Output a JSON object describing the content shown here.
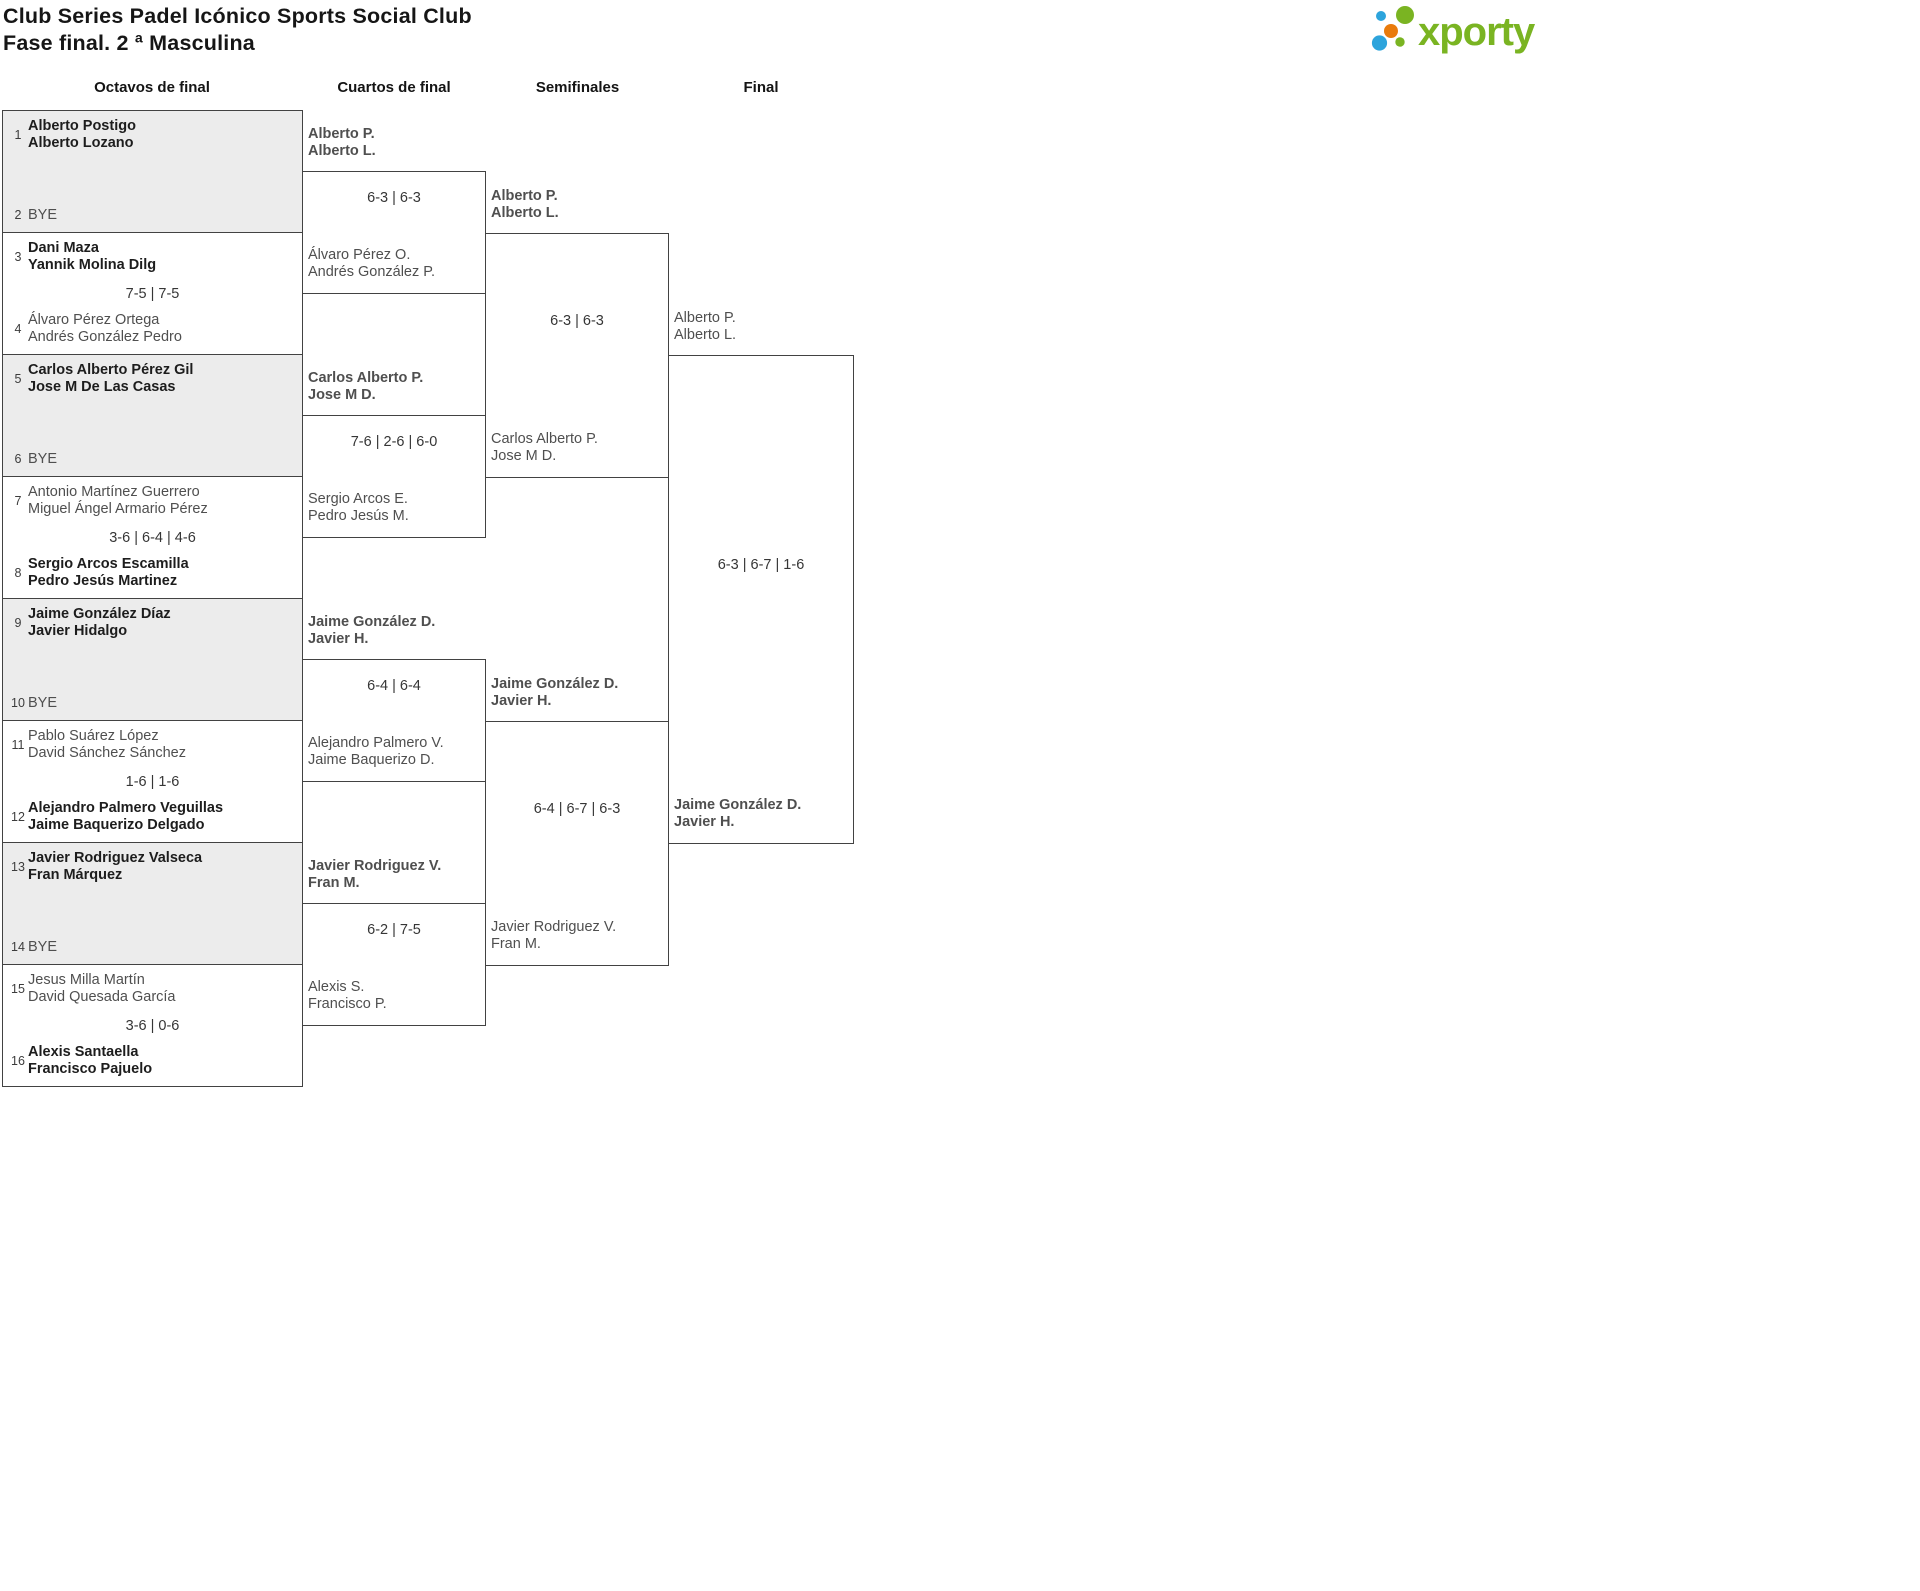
{
  "title": {
    "line1": "Club Series Padel Icónico Sports Social Club",
    "line2": "Fase final. 2 ª Masculina"
  },
  "logo": {
    "text": "xporty"
  },
  "colors": {
    "logo_green": "#7ab422",
    "logo_blue": "#2da4dc",
    "logo_orange": "#e97b0c",
    "border": "#424242",
    "bye_background": "#ececec",
    "winner_text": "#1d1d1d",
    "loser_text": "#4f4f4f"
  },
  "columns": {
    "r16": "Octavos de final",
    "qf": "Cuartos de final",
    "sf": "Semifinales",
    "final": "Final"
  },
  "bracket": {
    "r16": [
      {
        "bye": true,
        "top": {
          "seed": "1",
          "line1": "Alberto Postigo",
          "line2": "Alberto Lozano",
          "bold": true
        },
        "score": "",
        "bottom": {
          "seed": "2",
          "line1": "BYE",
          "line2": "",
          "bold": false
        }
      },
      {
        "bye": false,
        "top": {
          "seed": "3",
          "line1": "Dani Maza",
          "line2": "Yannik Molina Dilg",
          "bold": true
        },
        "score": "7-5 | 7-5",
        "bottom": {
          "seed": "4",
          "line1": "Álvaro Pérez Ortega",
          "line2": "Andrés González Pedro",
          "bold": false
        }
      },
      {
        "bye": true,
        "top": {
          "seed": "5",
          "line1": "Carlos Alberto Pérez Gil",
          "line2": "Jose M De Las Casas",
          "bold": true
        },
        "score": "",
        "bottom": {
          "seed": "6",
          "line1": "BYE",
          "line2": "",
          "bold": false
        }
      },
      {
        "bye": false,
        "top": {
          "seed": "7",
          "line1": "Antonio Martínez Guerrero",
          "line2": "Miguel Ángel Armario Pérez",
          "bold": false
        },
        "score": "3-6 | 6-4 | 4-6",
        "bottom": {
          "seed": "8",
          "line1": "Sergio Arcos Escamilla",
          "line2": "Pedro Jesús Martinez",
          "bold": true
        }
      },
      {
        "bye": true,
        "top": {
          "seed": "9",
          "line1": "Jaime González Díaz",
          "line2": "Javier Hidalgo",
          "bold": true
        },
        "score": "",
        "bottom": {
          "seed": "10",
          "line1": "BYE",
          "line2": "",
          "bold": false
        }
      },
      {
        "bye": false,
        "top": {
          "seed": "11",
          "line1": "Pablo Suárez López",
          "line2": "David Sánchez Sánchez",
          "bold": false
        },
        "score": "1-6 | 1-6",
        "bottom": {
          "seed": "12",
          "line1": "Alejandro Palmero Veguillas",
          "line2": "Jaime Baquerizo Delgado",
          "bold": true
        }
      },
      {
        "bye": true,
        "top": {
          "seed": "13",
          "line1": "Javier Rodriguez Valseca",
          "line2": "Fran Márquez",
          "bold": true
        },
        "score": "",
        "bottom": {
          "seed": "14",
          "line1": "BYE",
          "line2": "",
          "bold": false
        }
      },
      {
        "bye": false,
        "top": {
          "seed": "15",
          "line1": "Jesus Milla Martín",
          "line2": "David Quesada García",
          "bold": false
        },
        "score": "3-6 | 0-6",
        "bottom": {
          "seed": "16",
          "line1": "Alexis Santaella",
          "line2": "Francisco Pajuelo",
          "bold": true
        }
      }
    ],
    "qf": [
      {
        "p1": {
          "line1": "Alberto P.",
          "line2": "Alberto L.",
          "bold": true
        },
        "score": "6-3 | 6-3",
        "p2": {
          "line1": "Álvaro Pérez O.",
          "line2": "Andrés González P.",
          "bold": false
        }
      },
      {
        "p1": {
          "line1": "Carlos Alberto P.",
          "line2": "Jose M D.",
          "bold": true
        },
        "score": "7-6 | 2-6 | 6-0",
        "p2": {
          "line1": "Sergio Arcos E.",
          "line2": "Pedro Jesús M.",
          "bold": false
        }
      },
      {
        "p1": {
          "line1": "Jaime González D.",
          "line2": "Javier H.",
          "bold": true
        },
        "score": "6-4 | 6-4",
        "p2": {
          "line1": "Alejandro Palmero V.",
          "line2": "Jaime Baquerizo D.",
          "bold": false
        }
      },
      {
        "p1": {
          "line1": "Javier Rodriguez V.",
          "line2": "Fran M.",
          "bold": true
        },
        "score": "6-2 | 7-5",
        "p2": {
          "line1": "Alexis S.",
          "line2": "Francisco P.",
          "bold": false
        }
      }
    ],
    "sf": [
      {
        "p1": {
          "line1": "Alberto P.",
          "line2": "Alberto L.",
          "bold": true
        },
        "score": "6-3 | 6-3",
        "p2": {
          "line1": "Carlos Alberto P.",
          "line2": "Jose M D.",
          "bold": false
        }
      },
      {
        "p1": {
          "line1": "Jaime González D.",
          "line2": "Javier H.",
          "bold": true
        },
        "score": "6-4 | 6-7 | 6-3",
        "p2": {
          "line1": "Javier Rodriguez V.",
          "line2": "Fran M.",
          "bold": false
        }
      }
    ],
    "final": [
      {
        "p1": {
          "line1": "Alberto P.",
          "line2": "Alberto L.",
          "bold": false
        },
        "score": "6-3 | 6-7 | 1-6",
        "p2": {
          "line1": "Jaime González D.",
          "line2": "Javier H.",
          "bold": true
        }
      }
    ]
  }
}
